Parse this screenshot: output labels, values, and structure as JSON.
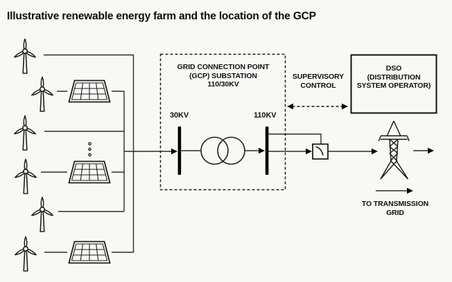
{
  "title": "Illustrative renewable energy farm and the location of the GCP",
  "colors": {
    "background": "#f8f8f5",
    "line": "#2b2b2b",
    "solid_black": "#000000",
    "text": "#0d0d0d"
  },
  "farm": {
    "wind_turbine_count": 6,
    "solar_panel_count": 3,
    "ellipsis_dot_count": 3,
    "icons": {
      "wind_turbine": "wind-turbine-icon",
      "solar_panel": "solar-panel-icon",
      "transformer": "transformer-icon",
      "busbar": "busbar",
      "breaker": "breaker-icon",
      "transmission_tower": "transmission-tower-icon",
      "flow_arrow": "flow-arrow-icon"
    }
  },
  "gcp_box": {
    "lines": [
      "GRID CONNECTION POINT",
      "(GCP) SUBSTATION",
      "110/30KV"
    ]
  },
  "labels": {
    "bus_low": "30KV",
    "bus_high": "110KV"
  },
  "supervisory": {
    "lines": [
      "SUPERVISORY",
      "CONTROL"
    ]
  },
  "dso_box": {
    "lines": [
      "DSO",
      "(DISTRIBUTION",
      "SYSTEM OPERATOR)"
    ]
  },
  "transmission": {
    "lines": [
      "TO TRANSMISSION",
      "GRID"
    ]
  }
}
